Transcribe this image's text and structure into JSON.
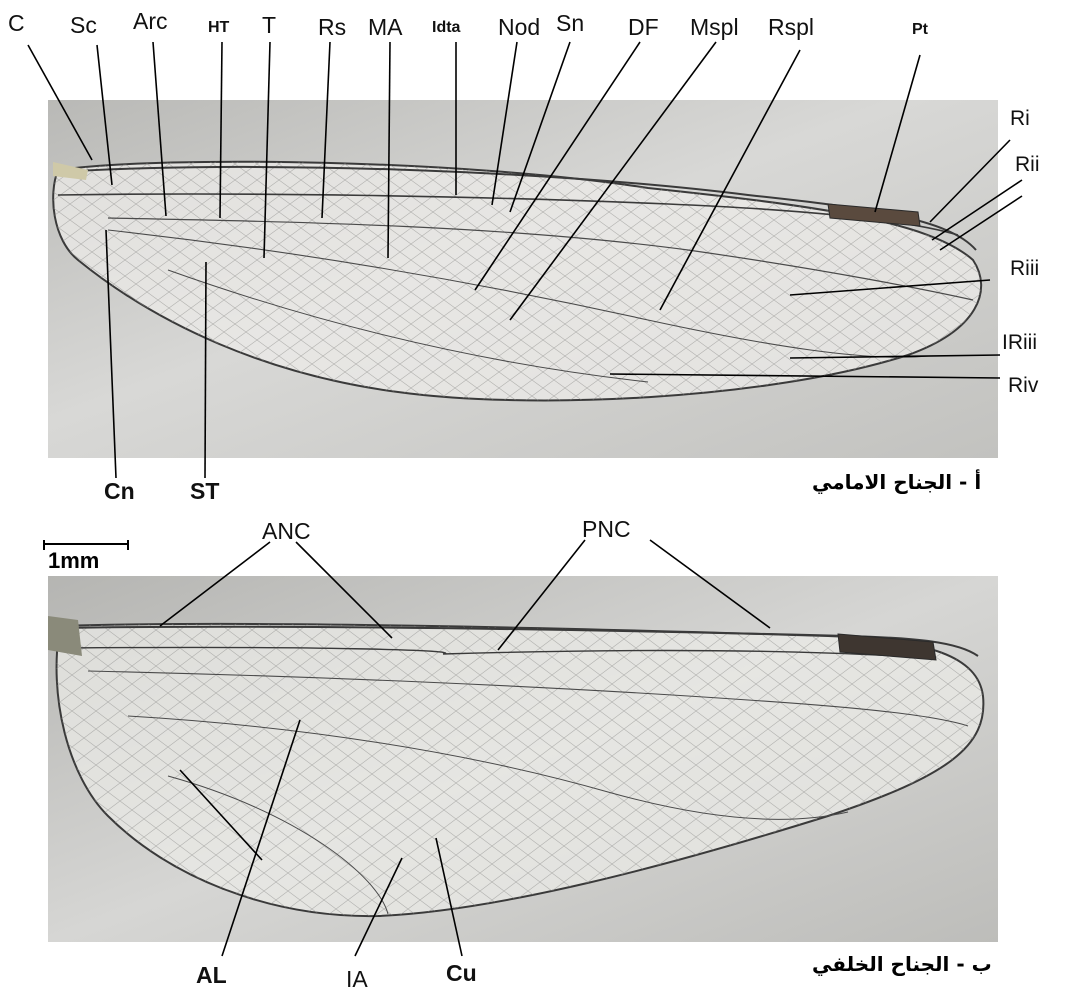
{
  "figure": {
    "forewing_caption": "أ - الجناح الامامي",
    "hindwing_caption": "ب - الجناح الخلفي",
    "scale_label": "1mm"
  },
  "forewing_labels": {
    "C": "C",
    "Sc": "Sc",
    "Arc": "Arc",
    "HT": "HT",
    "T": "T",
    "Rs": "Rs",
    "MA": "MA",
    "Idta": "Idta",
    "Nod": "Nod",
    "Sn": "Sn",
    "DF": "DF",
    "Mspl": "Mspl",
    "Rspl": "Rspl",
    "Pt": "Pt",
    "Ri": "Ri",
    "Rii": "Rii",
    "Riii": "Riii",
    "IRiii": "IRiii",
    "Riv": "Riv",
    "Cn": "Cn",
    "ST": "ST"
  },
  "hindwing_labels": {
    "ANC": "ANC",
    "PNC": "PNC",
    "AL": "AL",
    "IA": "IA",
    "Cu": "Cu"
  },
  "colors": {
    "background": "#ffffff",
    "photo_bg": "#c8c8c6",
    "vein": "#3a3a3a",
    "pterostigma": "#5a4a3e"
  }
}
